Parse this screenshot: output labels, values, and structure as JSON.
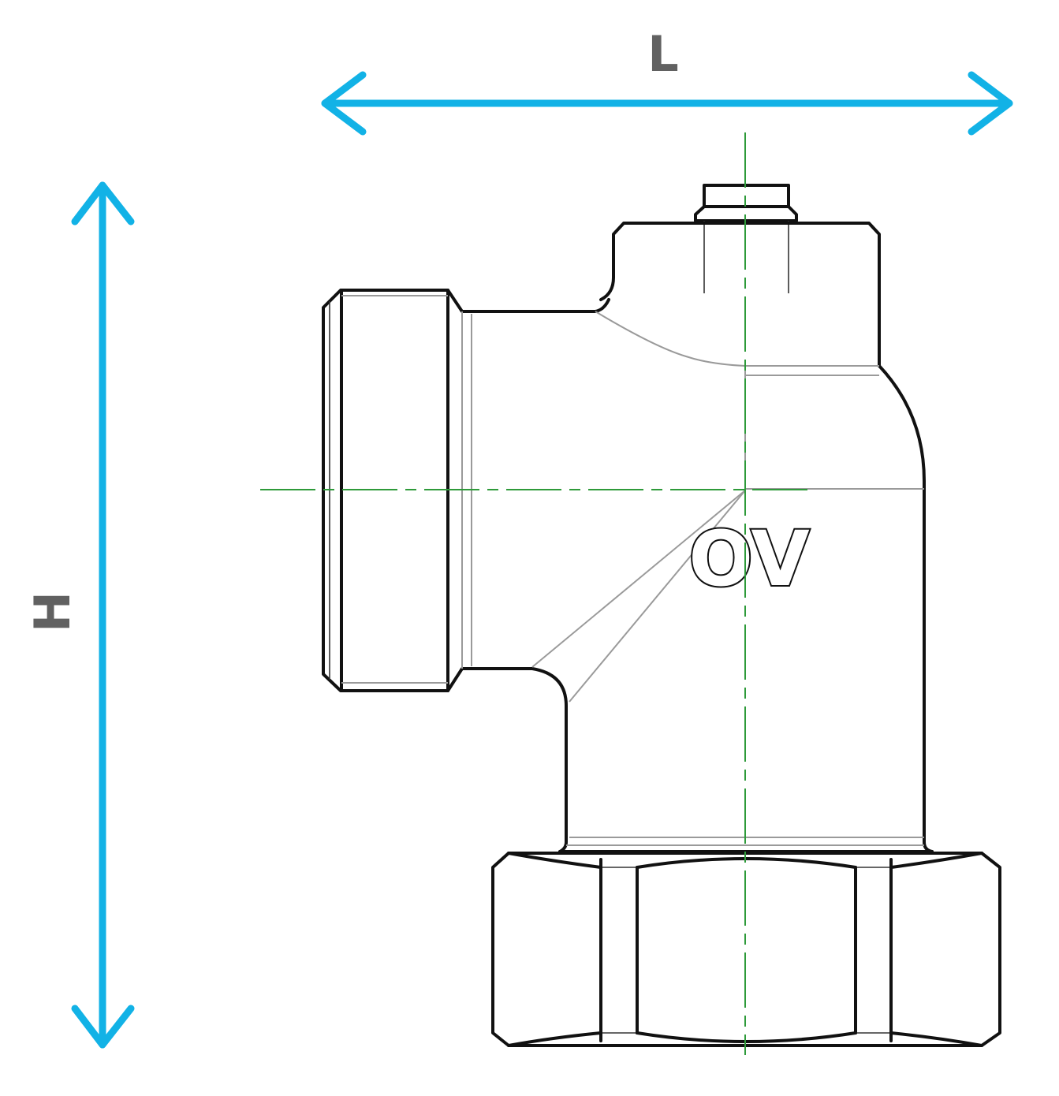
{
  "dimensions": {
    "length_label": "L",
    "height_label": "H",
    "arrow_color": "#12b2e6",
    "label_color": "#616161"
  },
  "part": {
    "marking": "OV",
    "outline_color": "#111111",
    "centerline_color": "#2e9a3a"
  }
}
